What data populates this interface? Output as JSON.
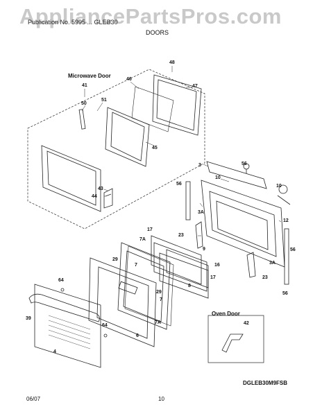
{
  "header": {
    "watermark": "AppliancePartsPros.com",
    "publication_line": "Publication No. 5995  ...  GLEB30",
    "section_title": "DOORS"
  },
  "labels": {
    "microwave_door": "Microwave Door",
    "oven_door": "Oven Door",
    "model_code": "DGLEB30M9FSB"
  },
  "callouts": {
    "c48": "48",
    "c46": "46",
    "c47": "47",
    "c41": "41",
    "c50": "50",
    "c51": "51",
    "c45": "45",
    "c43": "43",
    "c44": "44",
    "c3": "3",
    "c56a": "56",
    "c10a": "10",
    "c10b": "10",
    "c56b": "56",
    "c3a_top": "3A",
    "c12": "12",
    "c23a": "23",
    "c17a": "17",
    "c7a_top": "7A",
    "c56c": "56",
    "c3a_right": "3A",
    "c29a": "29",
    "c7_top": "7",
    "c9": "9",
    "c16": "16",
    "c17b": "17",
    "c8": "8",
    "c23b": "23",
    "c56d": "56",
    "c64a": "64",
    "c29b": "29",
    "c7_bot": "7",
    "c7a_bot": "7A",
    "c39": "39",
    "c64b": "64",
    "c6": "6",
    "c4": "4",
    "c42": "42"
  },
  "footer": {
    "date": "06/07",
    "page": "10"
  }
}
